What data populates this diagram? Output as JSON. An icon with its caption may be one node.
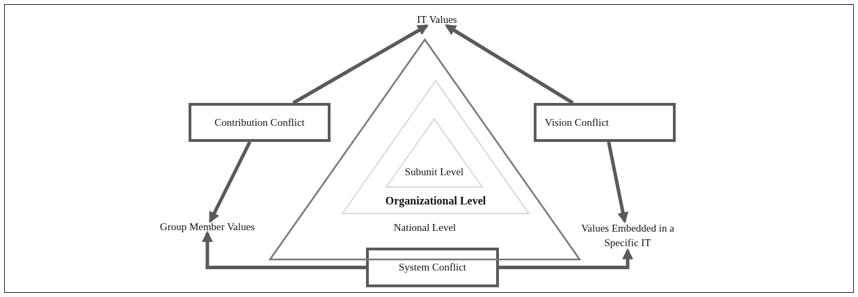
{
  "diagram": {
    "nodes": [
      {
        "text": [
          "IT Values"
        ]
      },
      {
        "text": [
          "Group Member Values"
        ]
      },
      {
        "text": [
          "Values Embedded in a Specific IT"
        ]
      },
      {
        "text": [
          "Contribution Conflict"
        ]
      },
      {
        "text": [
          "Vision Conflict"
        ]
      },
      {
        "text": [
          "System Conflict"
        ]
      },
      {
        "text": [
          "National Level"
        ]
      },
      {
        "text": [
          "Organizational Level"
        ],
        "in": 6
      },
      {
        "text": [
          "Subunit Level"
        ],
        "in": 7
      }
    ],
    "edges": [
      {
        "from": 3,
        "to": 0,
        "arrow": "to"
      },
      {
        "from": 3,
        "to": 1,
        "arrow": "to"
      },
      {
        "from": 4,
        "to": 0,
        "arrow": "to"
      },
      {
        "from": 4,
        "to": 2,
        "arrow": "to"
      },
      {
        "from": 5,
        "to": 1,
        "arrow": "to"
      },
      {
        "from": 5,
        "to": 2,
        "arrow": "to"
      }
    ]
  }
}
